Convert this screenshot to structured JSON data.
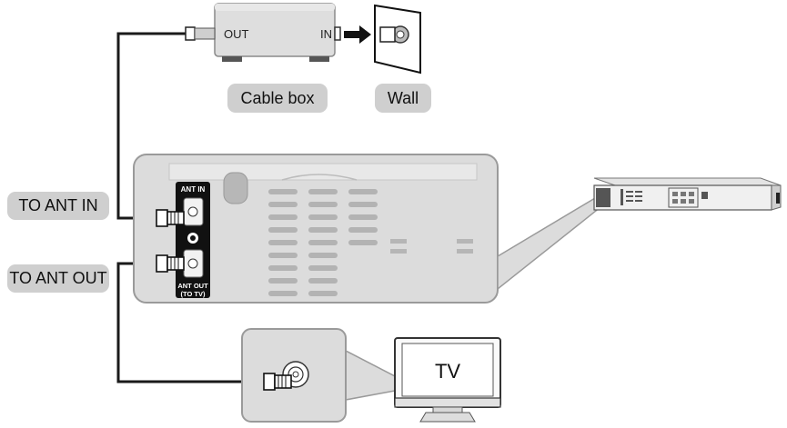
{
  "labels": {
    "cable_box": "Cable box",
    "wall": "Wall",
    "to_ant_in": "TO ANT IN",
    "to_ant_out": "TO ANT OUT",
    "tv": "TV"
  },
  "cable_box_ports": {
    "out": "OUT",
    "in": "IN"
  },
  "panel_ports": {
    "ant_in": "ANT IN",
    "ant_out_line1": "ANT OUT",
    "ant_out_line2": "(TO TV)"
  },
  "colors": {
    "label_bg": "#cfcfcf",
    "panel_bg": "#dcdcdc",
    "panel_border": "#9a9a9a",
    "cable": "#1a1a1a"
  }
}
